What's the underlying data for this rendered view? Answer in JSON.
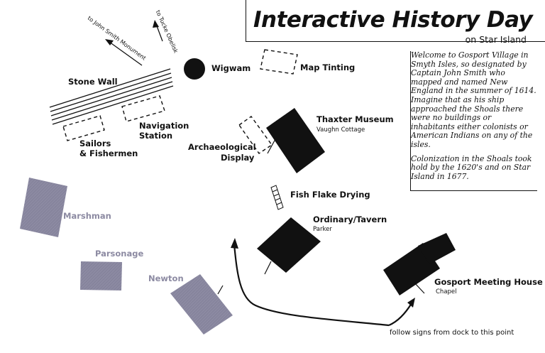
{
  "title": "Interactive History Day",
  "subtitle": "on Star Island",
  "intro": {
    "paragraph1": "Welcome to Gosport Village in Smyth Isles, so designated by Captain John Smith who mapped and named New England in the summer of 1614. Imagine that as his ship approached the Shoals there were no buildings or inhabitants either colonists or American Indians on any of the isles.",
    "paragraph2": "Colonization in the Shoals took hold by the 1620's and on Star Island in 1677."
  },
  "directions": {
    "john_smith": "to John Smith Monument",
    "tucke": "to Tucke Obelisk",
    "follow_signs": "follow signs from dock to this point"
  },
  "stations": {
    "stone_wall": "Stone Wall",
    "wigwam": "Wigwam",
    "map_tinting": "Map Tinting",
    "navigation_1": "Navigation",
    "navigation_2": "Station",
    "sailors_1": "Sailors",
    "sailors_2": "& Fishermen",
    "archaeo_1": "Archaeological",
    "archaeo_2": "Display",
    "fish_flake": "Fish Flake Drying"
  },
  "buildings": {
    "thaxter": "Thaxter Museum",
    "thaxter_sub": "Vaughn Cottage",
    "ordinary": "Ordinary/Tavern",
    "ordinary_sub": "Parker",
    "meeting": "Gosport Meeting House",
    "meeting_sub": "Chapel",
    "marshman": "Marshman",
    "parsonage": "Parsonage",
    "newton": "Newton"
  },
  "colors": {
    "existing_building": "#111111",
    "historic_building": "#8c8aa2",
    "ink": "#111111"
  }
}
